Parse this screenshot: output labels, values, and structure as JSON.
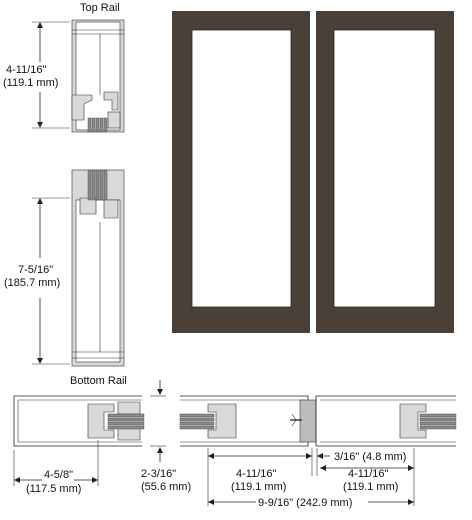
{
  "diagram": {
    "labels": {
      "top_rail": "Top Rail",
      "bottom_rail": "Bottom Rail",
      "top_rail_height_in": "4-11/16\"",
      "top_rail_height_mm": "(119.1 mm)",
      "bottom_rail_height_in": "7-5/16\"",
      "bottom_rail_height_mm": "(185.7 mm)",
      "left_stile_in": "4-5/8\"",
      "left_stile_mm": "(117.5 mm)",
      "thickness_in": "2-3/16\"",
      "thickness_mm": "(55.6 mm)",
      "center_stile_left_in": "4-11/16\"",
      "center_stile_left_mm": "(119.1 mm)",
      "gap": "3/16\" (4.8 mm)",
      "center_stile_right_in": "4-11/16\"",
      "center_stile_right_mm": "(119.1 mm)",
      "total": "9-9/16\" (242.9 mm)"
    },
    "colors": {
      "frame": "#4a4038",
      "glass_panel": "#ffffff",
      "line": "#222222",
      "section_fill": "#d9d9d9"
    }
  }
}
